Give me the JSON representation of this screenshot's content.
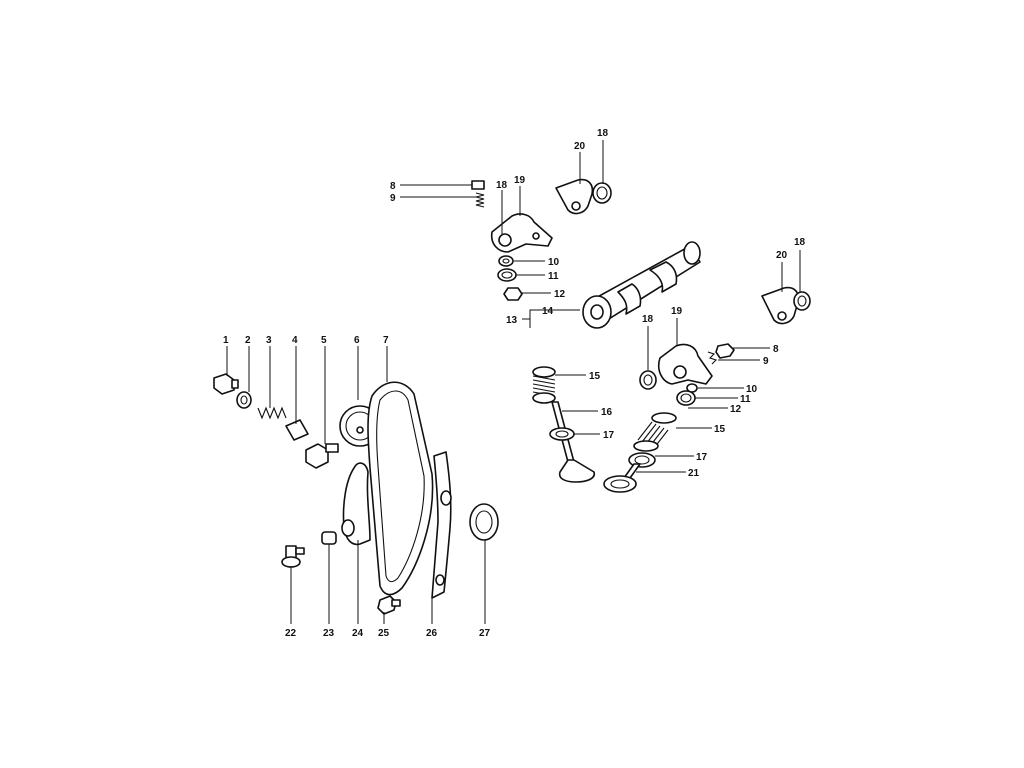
{
  "callouts": [
    {
      "id": "c1",
      "label": "1"
    },
    {
      "id": "c2",
      "label": "2"
    },
    {
      "id": "c3",
      "label": "3"
    },
    {
      "id": "c4",
      "label": "4"
    },
    {
      "id": "c5",
      "label": "5"
    },
    {
      "id": "c6",
      "label": "6"
    },
    {
      "id": "c7",
      "label": "7"
    },
    {
      "id": "c8a",
      "label": "8"
    },
    {
      "id": "c9a",
      "label": "9"
    },
    {
      "id": "c18a",
      "label": "18"
    },
    {
      "id": "c19a",
      "label": "19"
    },
    {
      "id": "c20a",
      "label": "20"
    },
    {
      "id": "c18b",
      "label": "18"
    },
    {
      "id": "c10a",
      "label": "10"
    },
    {
      "id": "c11a",
      "label": "11"
    },
    {
      "id": "c12a",
      "label": "12"
    },
    {
      "id": "c13",
      "label": "13"
    },
    {
      "id": "c14",
      "label": "14"
    },
    {
      "id": "c20b",
      "label": "20"
    },
    {
      "id": "c18c",
      "label": "18"
    },
    {
      "id": "c18d",
      "label": "18"
    },
    {
      "id": "c19b",
      "label": "19"
    },
    {
      "id": "c8b",
      "label": "8"
    },
    {
      "id": "c9b",
      "label": "9"
    },
    {
      "id": "c15a",
      "label": "15"
    },
    {
      "id": "c16",
      "label": "16"
    },
    {
      "id": "c17a",
      "label": "17"
    },
    {
      "id": "c10b",
      "label": "10"
    },
    {
      "id": "c11b",
      "label": "11"
    },
    {
      "id": "c12b",
      "label": "12"
    },
    {
      "id": "c15b",
      "label": "15"
    },
    {
      "id": "c17b",
      "label": "17"
    },
    {
      "id": "c21",
      "label": "21"
    },
    {
      "id": "c22",
      "label": "22"
    },
    {
      "id": "c23",
      "label": "23"
    },
    {
      "id": "c24",
      "label": "24"
    },
    {
      "id": "c25",
      "label": "25"
    },
    {
      "id": "c26",
      "label": "26"
    },
    {
      "id": "c27",
      "label": "27"
    }
  ]
}
